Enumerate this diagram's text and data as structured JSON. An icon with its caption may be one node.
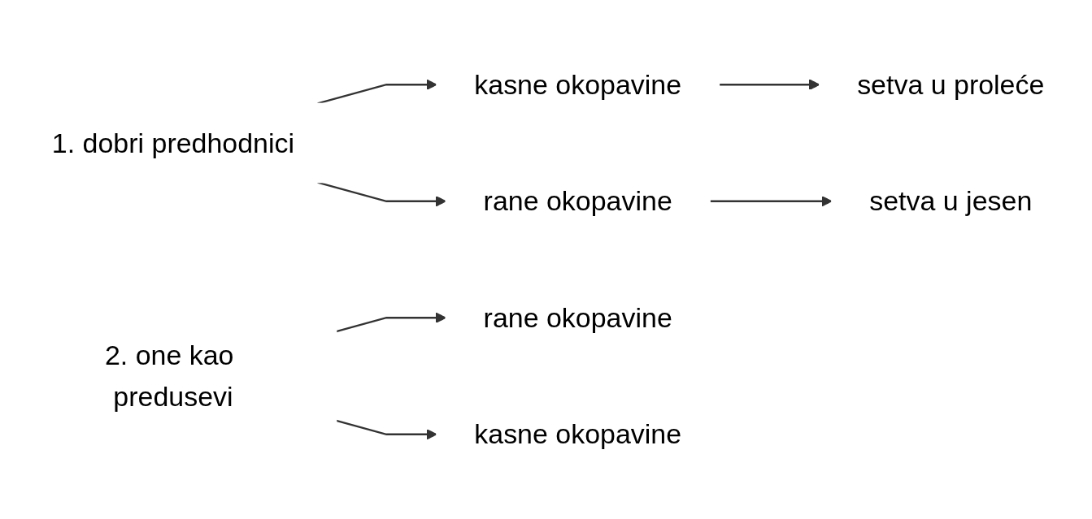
{
  "diagram": {
    "nodes": [
      {
        "text": [
          "1. dobri predhodnici"
        ]
      },
      {
        "text": [
          "setva u proleće"
        ]
      },
      {
        "text": [
          "kasne okopavine"
        ]
      },
      {
        "text": [
          "rane okopavine"
        ]
      },
      {
        "text": [
          "setva u jesen"
        ]
      },
      {
        "text": [
          "2. one kao predusevi"
        ]
      },
      {
        "text": [
          "rane okopavine"
        ]
      },
      {
        "text": [
          "kasne okopavine"
        ]
      }
    ],
    "edges": [
      {
        "from": 0,
        "to": 2,
        "arrow": "to"
      },
      {
        "from": 0,
        "to": 3,
        "arrow": "to"
      },
      {
        "from": 2,
        "to": 1,
        "arrow": "to"
      },
      {
        "from": 3,
        "to": 4,
        "arrow": "to"
      },
      {
        "from": 5,
        "to": 6,
        "arrow": "to"
      },
      {
        "from": 5,
        "to": 7,
        "arrow": "to"
      }
    ]
  }
}
